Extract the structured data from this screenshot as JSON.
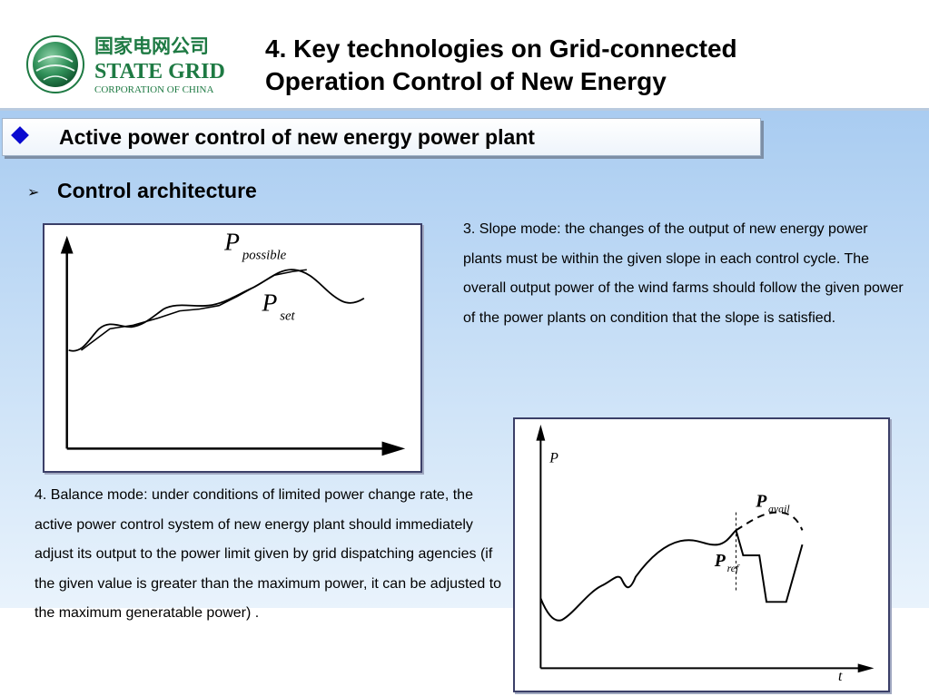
{
  "header": {
    "logo": {
      "name_cn": "国家电网公司",
      "name_en": "STATE GRID",
      "subtitle": "CORPORATION OF CHINA"
    },
    "title_line1": "4. Key technologies on Grid-connected",
    "title_line2": "Operation Control of New Energy"
  },
  "section": {
    "bullet_icon": "diamond-bullet",
    "label": "Active power control of new energy power plant"
  },
  "subsection": {
    "bullet_icon": "arrow-bullet",
    "label": "Control architecture"
  },
  "figure1": {
    "curve_label_top_main": "P",
    "curve_label_top_sub": "possible",
    "curve_label_bottom_main": "P",
    "curve_label_bottom_sub": "set"
  },
  "figure2": {
    "y_axis_label": "P",
    "x_axis_label": "t",
    "avail_label_main": "P",
    "avail_label_sub": "avail",
    "ref_label_main": "P",
    "ref_label_sub": "ref"
  },
  "paragraphs": {
    "slope_mode": "3. Slope mode: the changes of the output of new energy power plants must be within the given slope in each control cycle. The overall output power of the wind farms should follow the given power of the power plants on condition that the slope is satisfied.",
    "balance_mode": "4. Balance mode: under conditions of limited power change rate, the active power control system of new energy plant should immediately adjust its output to the power limit given by grid dispatching agencies (if the given value is greater than the maximum power, it can be adjusted to the maximum generatable power) ."
  },
  "colors": {
    "section_diamond": "#0a0ad0",
    "content_gradient_top": "#a9ccf1",
    "logo_green": "#1e7a43"
  }
}
